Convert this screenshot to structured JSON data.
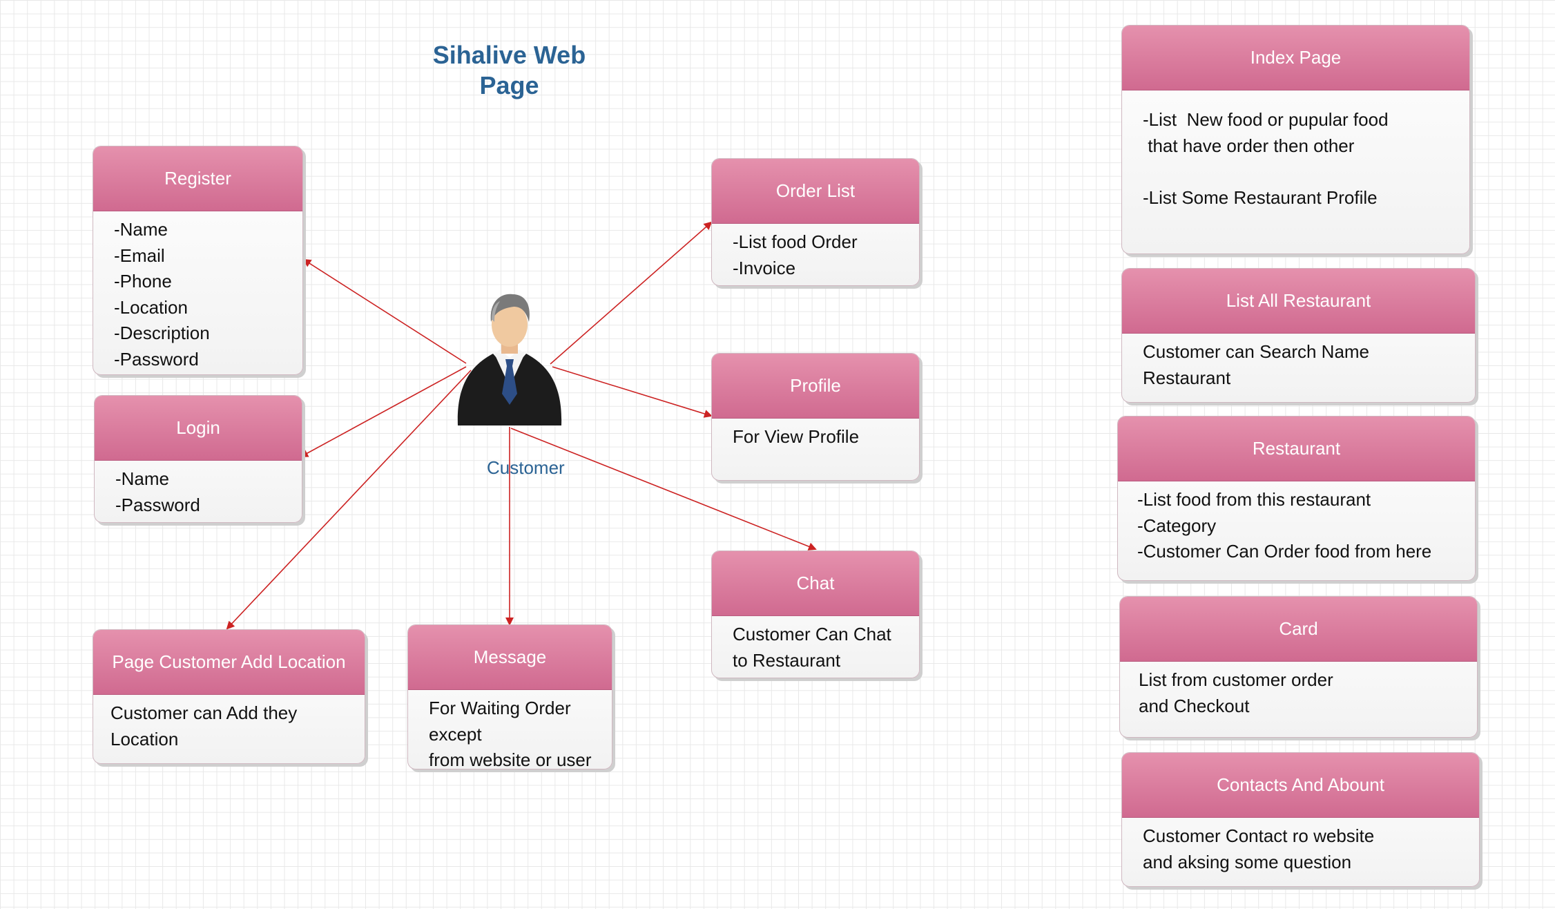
{
  "diagram": {
    "title": "Sihalive Web Page",
    "actor": {
      "label": "Customer",
      "icon": "businessman-icon"
    },
    "colors": {
      "header": "#d96f95",
      "arrow": "#cc2222",
      "title": "#2b6394"
    },
    "boxes": {
      "register": {
        "title": "Register",
        "lines": [
          "-Name",
          "-Email",
          "-Phone",
          "-Location",
          "-Description",
          "-Password"
        ]
      },
      "login": {
        "title": "Login",
        "lines": [
          "-Name",
          "-Password"
        ]
      },
      "add_location": {
        "title": "Page Customer Add Location",
        "lines": [
          "Customer can Add they",
          "Location"
        ]
      },
      "message": {
        "title": "Message",
        "lines": [
          "For Waiting Order",
          "except",
          "from website or user"
        ]
      },
      "order_list": {
        "title": "Order List",
        "lines": [
          "-List food Order",
          "-Invoice"
        ]
      },
      "profile": {
        "title": "Profile",
        "lines": [
          "For View Profile"
        ]
      },
      "chat": {
        "title": "Chat",
        "lines": [
          "Customer Can Chat",
          "to Restaurant"
        ]
      },
      "index_page": {
        "title": "Index Page",
        "lines": [
          "-List  New food or pupular food",
          " that have order then other",
          "",
          "-List Some Restaurant Profile"
        ]
      },
      "list_all_restaurant": {
        "title": "List All Restaurant",
        "lines": [
          "Customer can Search Name",
          "Restaurant"
        ]
      },
      "restaurant": {
        "title": "Restaurant",
        "lines": [
          "-List food from this restaurant",
          "-Category",
          "-Customer Can Order food from here"
        ]
      },
      "card": {
        "title": "Card",
        "lines": [
          "List from customer order",
          "and Checkout"
        ]
      },
      "contacts": {
        "title": "Contacts And Abount",
        "lines": [
          "Customer Contact ro website",
          "and aksing some question"
        ]
      }
    }
  }
}
